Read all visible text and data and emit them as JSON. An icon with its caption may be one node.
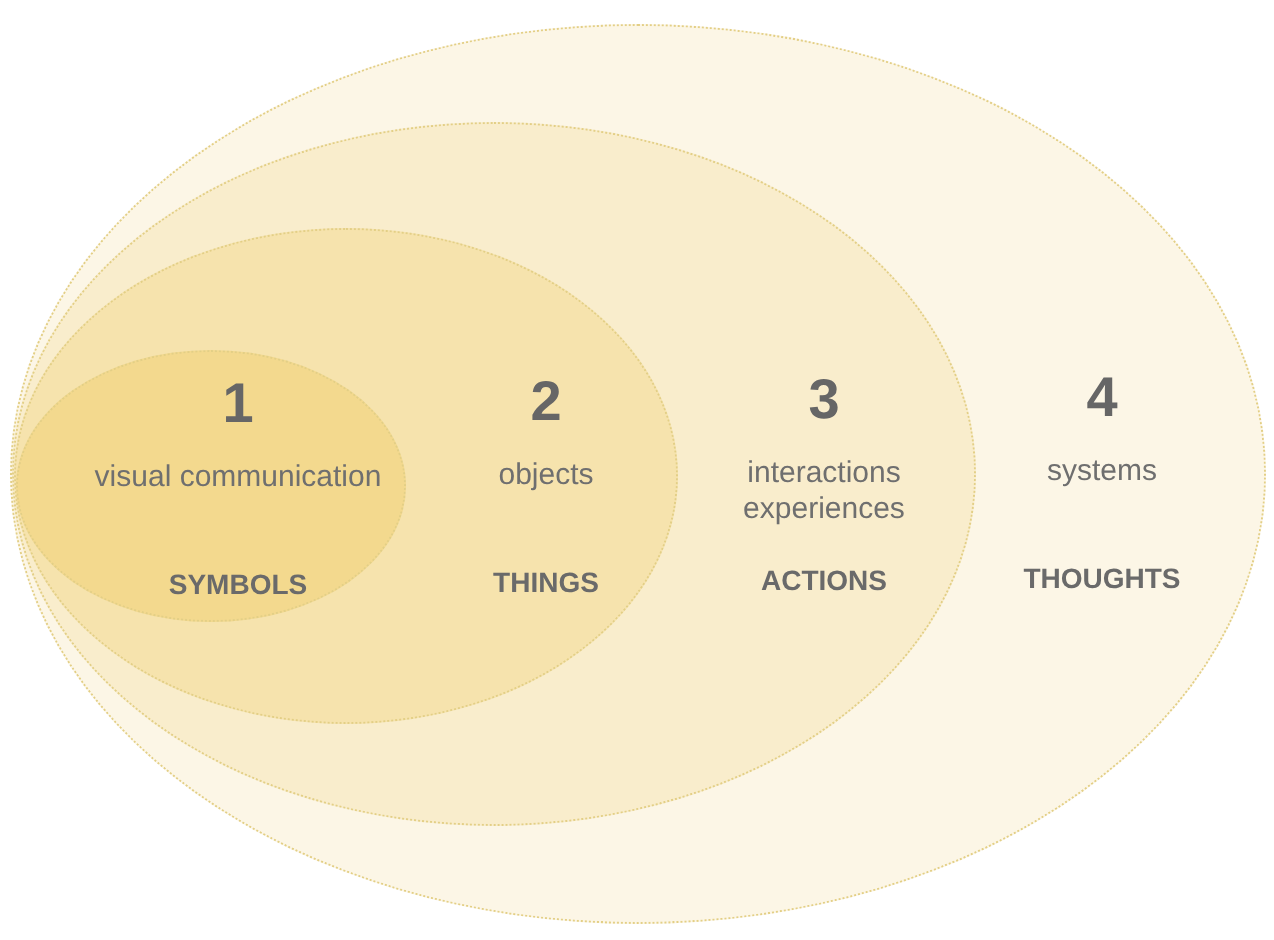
{
  "diagram": {
    "nodes": [
      {
        "text": [
          "4",
          "systems",
          "THOUGHTS"
        ]
      },
      {
        "text": [
          "3",
          "interactions experiences",
          "ACTIONS"
        ],
        "in": 0
      },
      {
        "text": [
          "2",
          "objects",
          "THINGS"
        ],
        "in": 1
      },
      {
        "text": [
          "1",
          "visual communication",
          "SYMBOLS"
        ],
        "in": 2
      }
    ]
  }
}
